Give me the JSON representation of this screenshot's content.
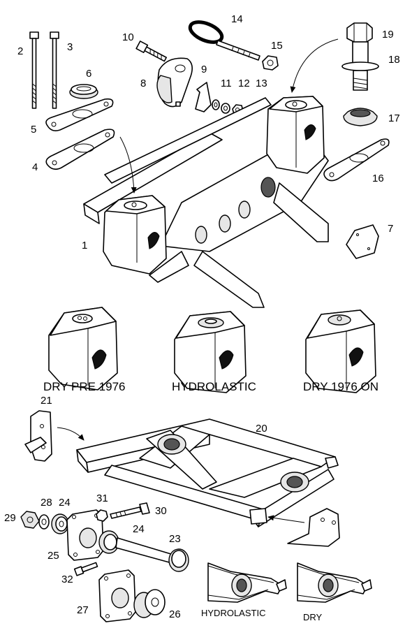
{
  "callouts": {
    "n1": "1",
    "n2": "2",
    "n3": "3",
    "n4": "4",
    "n5": "5",
    "n6": "6",
    "n7": "7",
    "n8": "8",
    "n9": "9",
    "n10": "10",
    "n11": "11",
    "n12": "12",
    "n13": "13",
    "n14": "14",
    "n15": "15",
    "n16": "16",
    "n17": "17",
    "n18": "18",
    "n19": "19",
    "n20": "20",
    "n21": "21",
    "n23": "23",
    "n24a": "24",
    "n24b": "24",
    "n25": "25",
    "n26": "26",
    "n27": "27",
    "n28": "28",
    "n29": "29",
    "n30": "30",
    "n31": "31",
    "n32": "32"
  },
  "captions": {
    "dry_pre_1976": "DRY PRE 1976",
    "hydrolastic": "HYDROLASTIC",
    "dry_1976_on": "DRY 1976 ON",
    "detail_hydrolastic": "HYDROLASTIC",
    "detail_dry": "DRY"
  }
}
